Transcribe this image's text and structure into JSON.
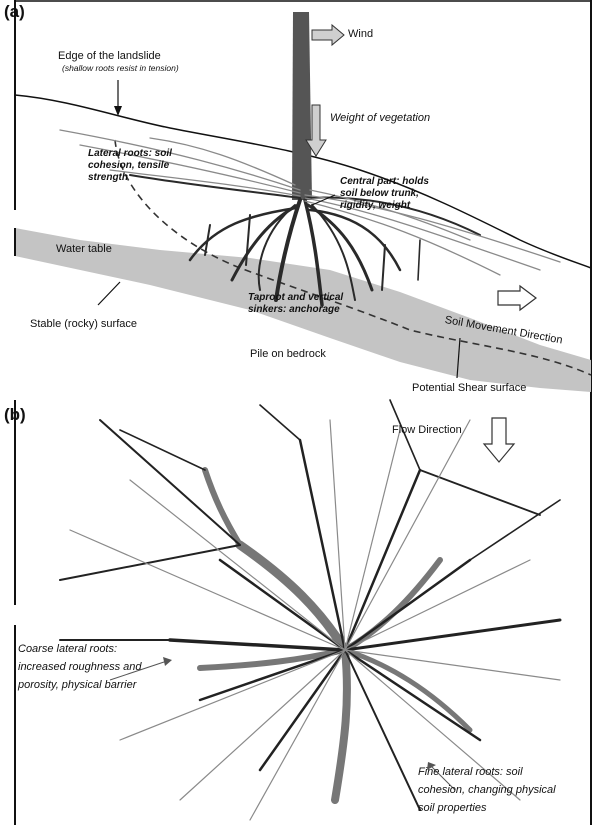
{
  "panel_a": {
    "label": "(a)",
    "wind": "Wind",
    "edge_title": "Edge of the landslide",
    "edge_note": "(shallow roots resist in tension)",
    "weight": "Weight of vegetation",
    "lateral_roots": [
      "Lateral roots: soil",
      "cohesion, tensile",
      "strength"
    ],
    "central_part": [
      "Central part: holds",
      "soil below trunk,",
      "rigidity, weight"
    ],
    "water_table": "Water table",
    "stable_surface": "Stable (rocky) surface",
    "taproot": [
      "Taproot and vertical",
      "sinkers: anchorage"
    ],
    "soil_movement": "Soil Movement Direction",
    "pile": "Pile on bedrock",
    "shear": "Potential Shear surface"
  },
  "panel_b": {
    "label": "(b)",
    "flow": "Flow Direction",
    "coarse": [
      "Coarse lateral roots:",
      "increased roughness and",
      "porosity, physical barrier"
    ],
    "fine": [
      "Fine lateral roots: soil",
      "cohesion, changing physical",
      "soil properties"
    ]
  },
  "colors": {
    "ink": "#111111",
    "trunk": "#555555",
    "ground_band": "#c4c4c4",
    "arrow_fill": "#cfcfcf",
    "root_dark": "#222222",
    "root_grey": "#8a8a8a"
  }
}
